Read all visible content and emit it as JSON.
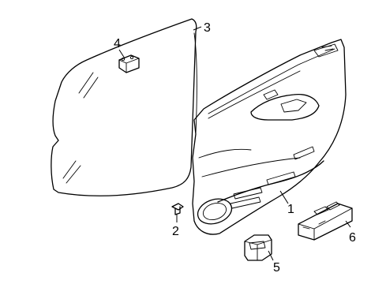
{
  "diagram": {
    "callouts": [
      {
        "id": "1",
        "part": "door-trim-panel"
      },
      {
        "id": "2",
        "part": "clip"
      },
      {
        "id": "3",
        "part": "water-shield"
      },
      {
        "id": "4",
        "part": "bracket"
      },
      {
        "id": "5",
        "part": "switch"
      },
      {
        "id": "6",
        "part": "window-switch-assembly"
      }
    ]
  }
}
